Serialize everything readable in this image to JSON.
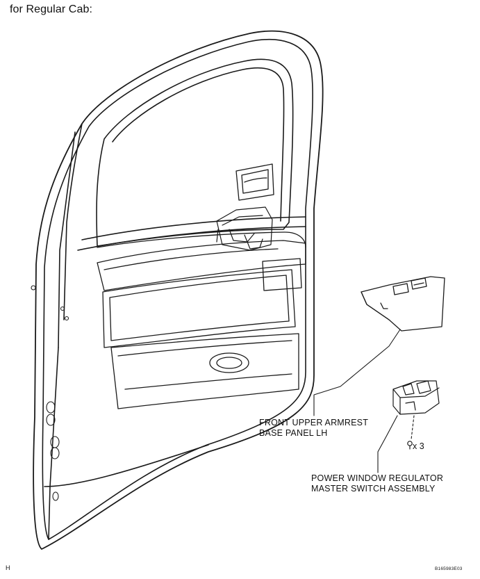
{
  "figure": {
    "heading": "for Regular Cab:",
    "corner_letter": "H",
    "figure_id": "B165983E03"
  },
  "callouts": {
    "armrest_panel": {
      "line1": "FRONT UPPER ARMREST",
      "line2": "BASE PANEL LH"
    },
    "master_switch": {
      "line1": "POWER WINDOW REGULATOR",
      "line2": "MASTER SWITCH ASSEMBLY"
    },
    "screw_quantity": "x 3"
  },
  "icons": [
    "screw-icon"
  ]
}
